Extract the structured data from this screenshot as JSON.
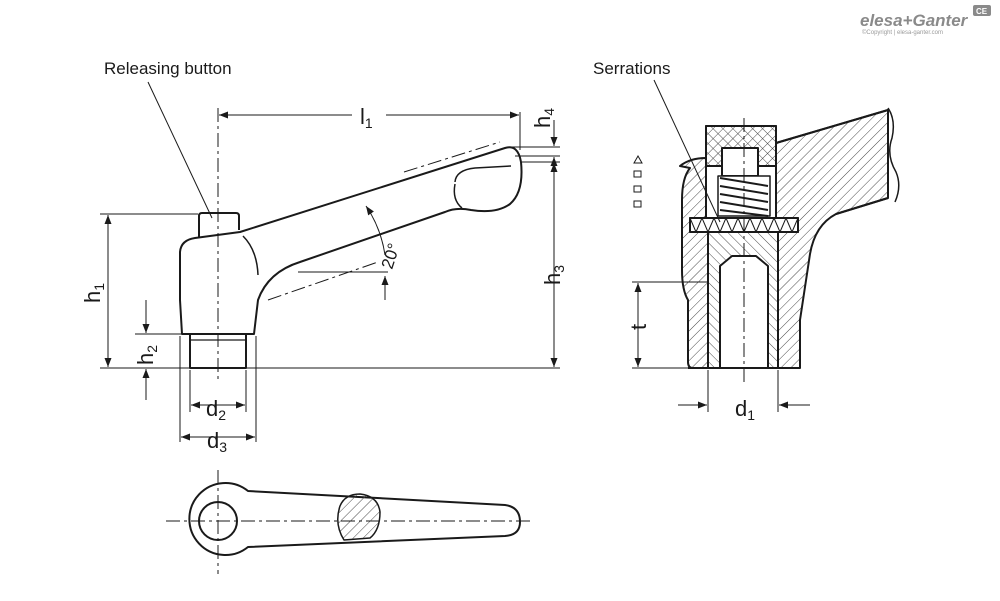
{
  "brand": {
    "logo_text": "elesa+Ganter",
    "badge": "CE",
    "copyright": "©Copyright | elesa-ganter.com"
  },
  "callouts": {
    "releasing_button": "Releasing button",
    "serrations": "Serrations"
  },
  "dimensions": {
    "l1": {
      "base": "l",
      "sub": "1"
    },
    "h1": {
      "base": "h",
      "sub": "1"
    },
    "h2": {
      "base": "h",
      "sub": "2"
    },
    "h3": {
      "base": "h",
      "sub": "3"
    },
    "h4": {
      "base": "h",
      "sub": "4"
    },
    "d1": {
      "base": "d",
      "sub": "1"
    },
    "d2": {
      "base": "d",
      "sub": "2"
    },
    "d3": {
      "base": "d",
      "sub": "3"
    },
    "t": "t",
    "angle": "20°"
  },
  "colors": {
    "line": "#1a1a1a",
    "hatch": "#4a4a4a",
    "logo": "#8a8a8a"
  }
}
